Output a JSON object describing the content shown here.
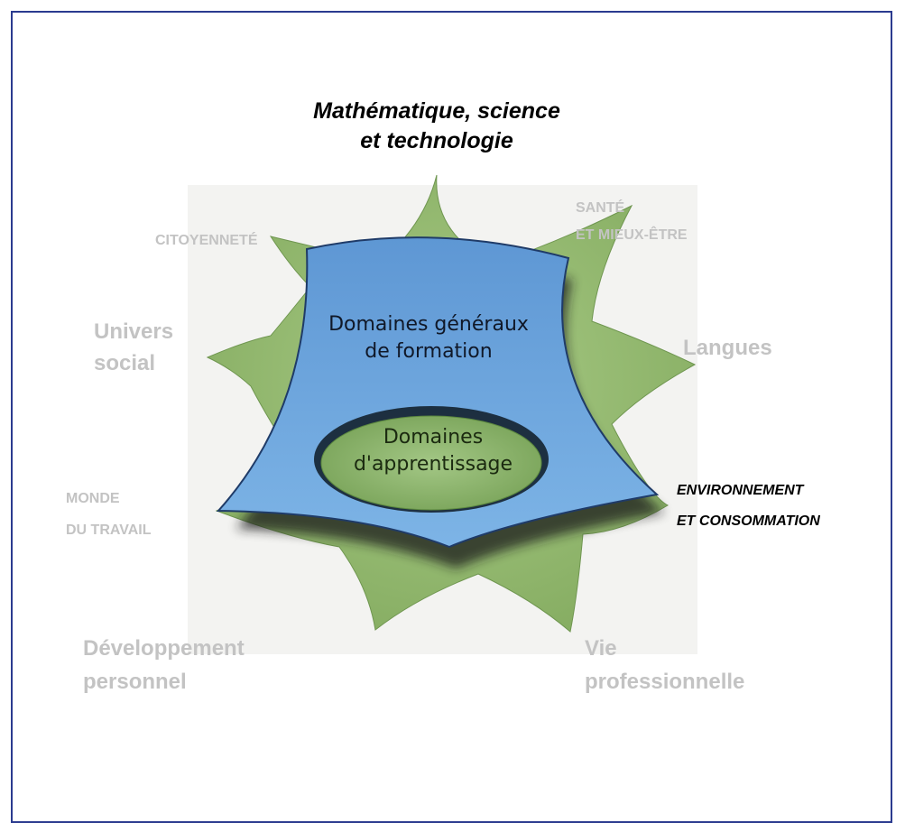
{
  "diagram": {
    "center": {
      "general_domains": [
        "Domaines généraux",
        "de formation"
      ],
      "learning_domains": [
        "Domaines",
        "d'apprentissage"
      ]
    },
    "labels": {
      "math": [
        "Mathématique, science",
        "et technologie"
      ],
      "citoyennete": [
        "Citoyenneté"
      ],
      "sante": [
        "Santé",
        "et mieux-être"
      ],
      "univers_social": [
        "Univers",
        "social"
      ],
      "langues": [
        "Langues"
      ],
      "monde_travail": [
        "Monde",
        "du travail"
      ],
      "environnement": [
        "Environnement",
        "et consommation"
      ],
      "developpement": [
        "Développement",
        "personnel"
      ],
      "vie_professionnelle": [
        "Vie",
        "professionnelle"
      ]
    },
    "colors": {
      "star_green": "#97bd72",
      "shape_blue": "#6aa5dc",
      "oval_green": "#86b066",
      "label_grey": "#c3c3c3",
      "border": "#2b3b8f"
    }
  }
}
